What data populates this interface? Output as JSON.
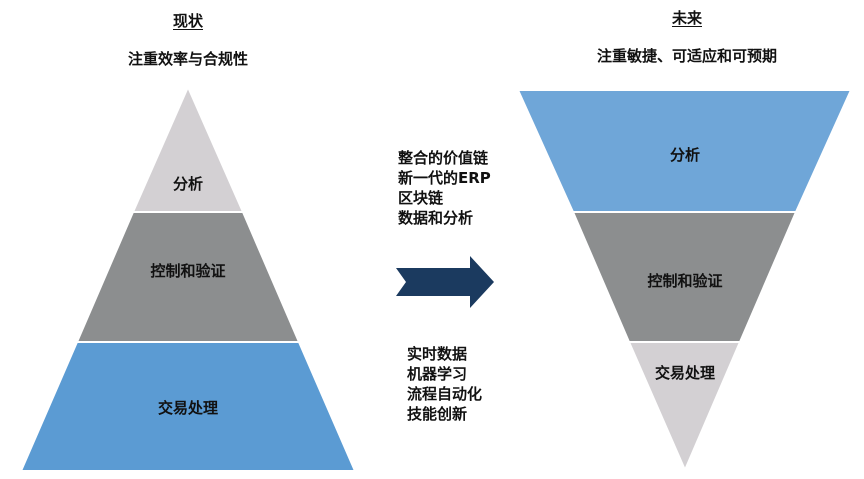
{
  "current": {
    "heading": "现状",
    "subheading": "注重效率与合规性",
    "tiers": [
      {
        "label": "分析",
        "color": "#d3d0d3"
      },
      {
        "label": "控制和验证",
        "color": "#8c8e8f"
      },
      {
        "label": "交易处理",
        "color": "#5b9bd3"
      }
    ]
  },
  "future": {
    "heading": "未来",
    "subheading": "注重敏捷、可适应和可预期",
    "tiers": [
      {
        "label": "分析",
        "color": "#6fa6d8"
      },
      {
        "label": "控制和验证",
        "color": "#8c8e8f"
      },
      {
        "label": "交易处理",
        "color": "#d3d0d3"
      }
    ]
  },
  "transition": {
    "arrow_color": "#1b3a5f",
    "top_list": [
      "整合的价值链",
      "新一代的ERP",
      "区块链",
      "数据和分析"
    ],
    "bottom_list": [
      "实时数据",
      "机器学习",
      "流程自动化",
      "技能创新"
    ]
  }
}
